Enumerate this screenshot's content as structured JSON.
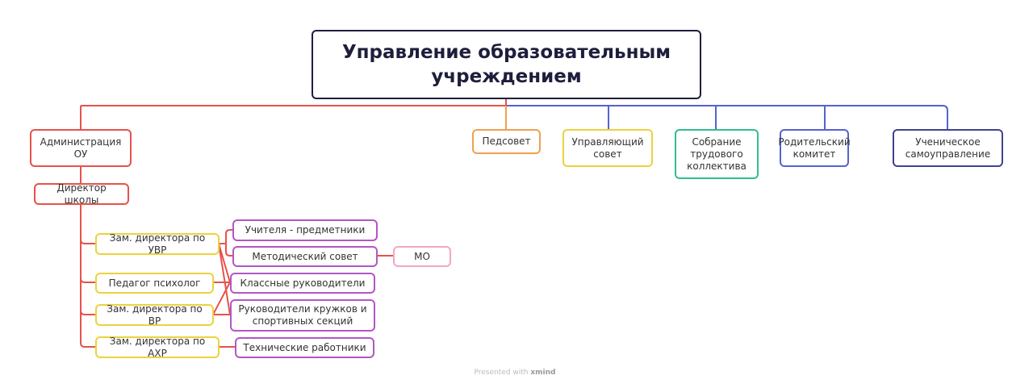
{
  "root": "Управление образовательным учреждением",
  "admin": {
    "label": "Администрация ОУ",
    "director": "Директор школы",
    "deputies": [
      "Зам. директора по УВР",
      "Педагог психолог",
      "Зам. директора по ВР",
      "Зам. директора по АХР"
    ],
    "staff": [
      "Учителя - предметники",
      "Методический совет",
      "Классные руководители",
      "Руководители кружков и спортивных секций",
      "Технические работники"
    ],
    "mo": "МО"
  },
  "bodies": [
    "Педсовет",
    "Управляющий совет",
    "Собрание трудового коллектива",
    "Родительский комитет",
    "Ученическое самоуправление"
  ],
  "footer": {
    "prefix": "Presented with",
    "brand": "xmind"
  },
  "colors": {
    "red": "#e8524a",
    "orange": "#f0a050",
    "yellow": "#ecd23c",
    "teal": "#2fbf8e",
    "blue": "#5562d2",
    "indigo": "#3f4390",
    "purple": "#b455c6",
    "pink": "#f2a6c6"
  }
}
